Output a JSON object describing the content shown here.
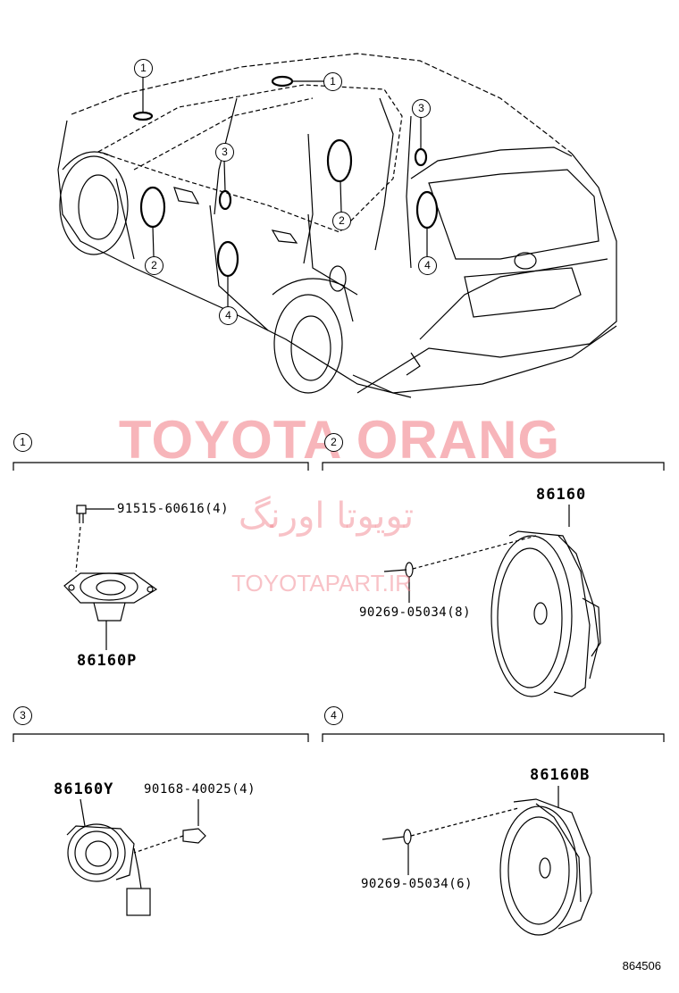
{
  "callouts": {
    "roof_front": "1",
    "roof_rear": "1",
    "front_door_upper": "3",
    "rear_pillar_upper": "3",
    "front_door_main": "2",
    "rear_door_main_a": "2",
    "rear_quarter_main": "4",
    "rear_door_lower": "4"
  },
  "sections": [
    {
      "number": "1",
      "part_main": "86160P",
      "part_fastener": "91515-60616(4)"
    },
    {
      "number": "2",
      "part_main": "86160",
      "part_fastener": "90269-05034(8)"
    },
    {
      "number": "3",
      "part_main": "86160Y",
      "part_fastener": "90168-40025(4)"
    },
    {
      "number": "4",
      "part_main": "86160B",
      "part_fastener": "90269-05034(6)"
    }
  ],
  "watermark": {
    "brand": "TOYOTA ORANG",
    "persian": "تویوتا اورنگ",
    "url": "TOYOTAPART.IR"
  },
  "diagram_id": "864506",
  "colors": {
    "line": "#000000",
    "watermark": "#f07882"
  }
}
